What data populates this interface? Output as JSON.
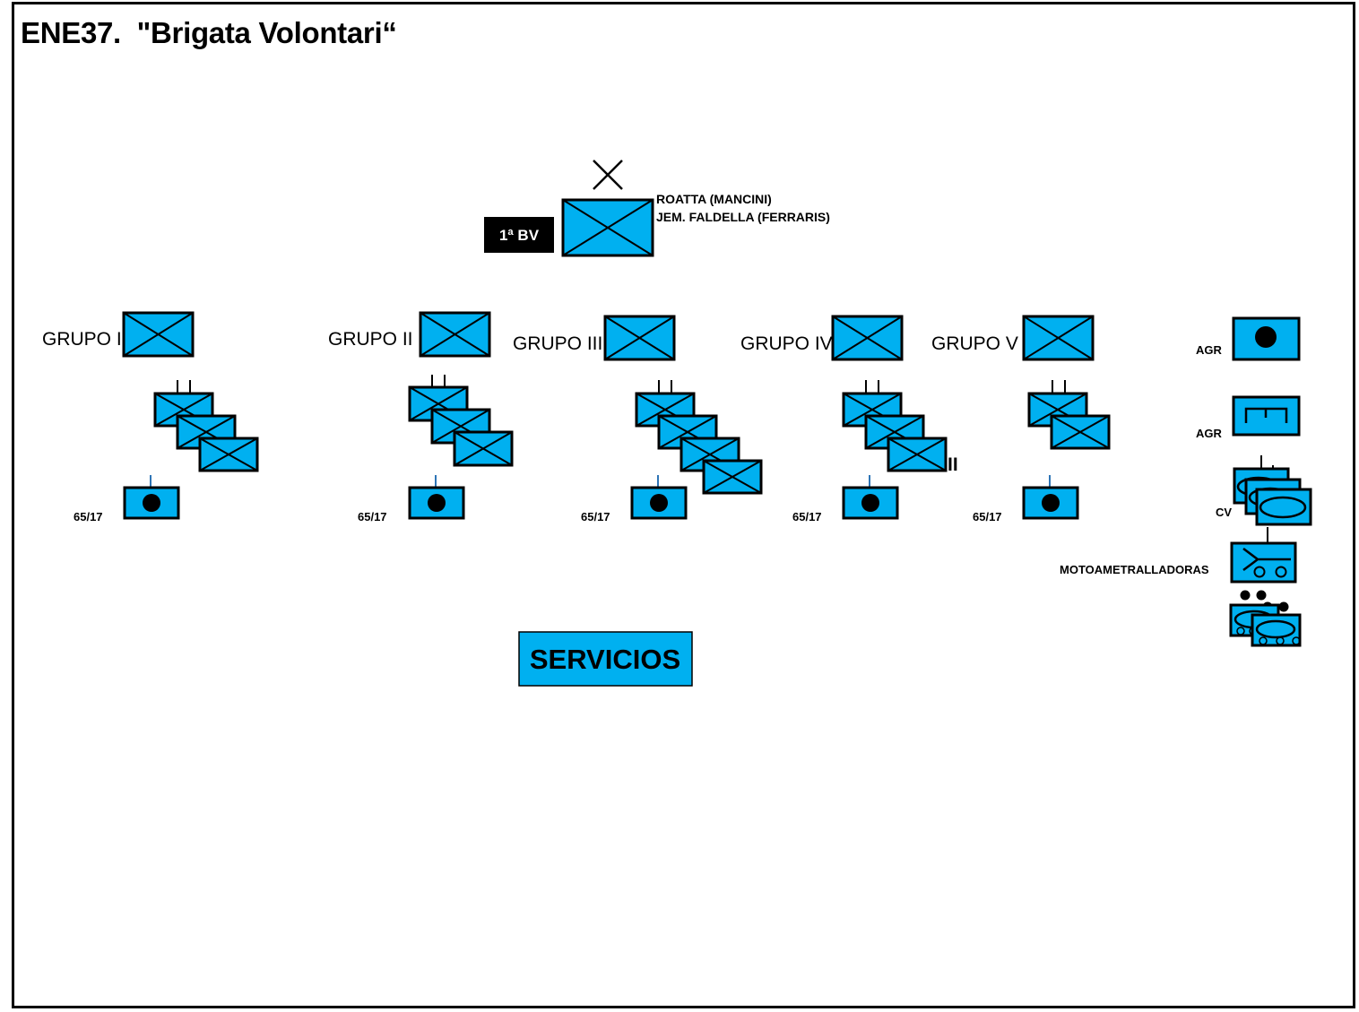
{
  "title": "ENE37.  \"Brigata Volontari“",
  "colors": {
    "unit_fill": "#00b0f0",
    "outline": "#000000",
    "hq_tag_background": "#000000",
    "hq_tag_text": "#ffffff"
  },
  "hq": {
    "tag": "1ª BV",
    "commander": "ROATTA (MANCINI)",
    "chief_of_staff": "JEM. FALDELLA (FERRARIS)",
    "echelon_icon": "brigade-x-icon",
    "symbol_icon": "infantry-icon"
  },
  "groups": [
    {
      "label": "GRUPO I",
      "battalions": 3,
      "artillery": "65/17"
    },
    {
      "label": "GRUPO II",
      "battalions": 3,
      "artillery": "65/17"
    },
    {
      "label": "GRUPO III",
      "battalions": 4,
      "artillery": "65/17"
    },
    {
      "label": "GRUPO IV",
      "battalions": 3,
      "artillery": "65/17",
      "echelon_mark": "II"
    },
    {
      "label": "GRUPO V",
      "battalions": 2,
      "artillery": "65/17"
    }
  ],
  "support": {
    "artillery_group": {
      "label": "AGR",
      "icon": "artillery-icon"
    },
    "engineer_group": {
      "label": "AGR",
      "icon": "engineer-icon"
    },
    "tanks": {
      "label": "CV",
      "icon": "armor-icon"
    },
    "motor_mg": {
      "label": "MOTOAMETRALLADORAS",
      "icon": "motorized-machine-gun-icon"
    },
    "armored_cars": {
      "icon": "armored-car-icon"
    }
  },
  "services": {
    "label": "SERVICIOS"
  }
}
